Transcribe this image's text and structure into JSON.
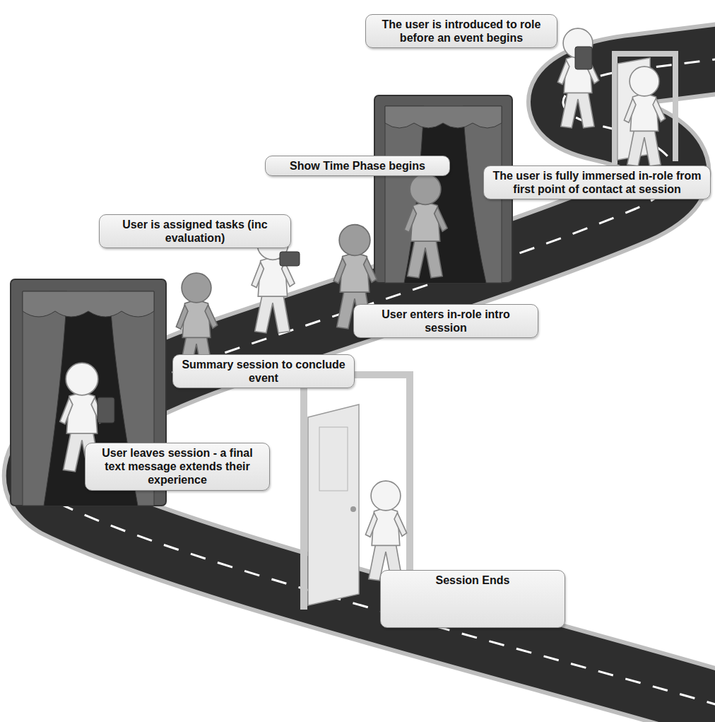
{
  "diagram": {
    "nodes": [
      {
        "text": [
          "The user is introduced to role before an event begins"
        ]
      },
      {
        "text": [
          "Show Time Phase begins"
        ]
      },
      {
        "text": [
          "The user is fully immersed in-role from first point of contact at session"
        ]
      },
      {
        "text": [
          "User is assigned tasks (inc evaluation)"
        ]
      },
      {
        "text": [
          "User enters in-role intro session"
        ]
      },
      {
        "text": [
          "Summary session to conclude event"
        ]
      },
      {
        "text": [
          "User leaves session - a final text message extends their experience"
        ]
      },
      {
        "text": [
          "Session Ends"
        ]
      }
    ]
  }
}
